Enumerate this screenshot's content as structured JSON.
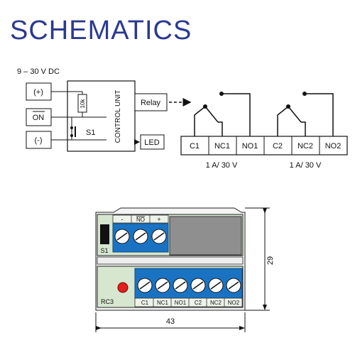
{
  "title": "SCHEMATICS",
  "schematic": {
    "supply": "9 – 30 V DC",
    "inputs": [
      "(+)",
      "ON",
      "(-)"
    ],
    "resistor": "10k",
    "switch": "S1",
    "control_unit": "CONTROL UNIT",
    "relay": "Relay",
    "led": "LED",
    "terminals": [
      "C1",
      "NC1",
      "NO1",
      "C2",
      "NC2",
      "NO2"
    ],
    "rating_1": "1 A/ 30 V",
    "rating_2": "1 A/ 30 V"
  },
  "module": {
    "top_labels": [
      "-",
      "NO",
      "+"
    ],
    "switch_label": "S1",
    "model": "RC3",
    "bottom_labels": [
      "C1",
      "NC1",
      "NO1",
      "C2",
      "NC2",
      "NO2"
    ],
    "width_dim": "43",
    "height_dim": "29"
  },
  "colors": {
    "title": "#2b3990",
    "board": "#d6e6cf",
    "terminal_blue": "#1a73c2",
    "led_red": "#e02020",
    "relay_grey": "#8f8f8f"
  }
}
